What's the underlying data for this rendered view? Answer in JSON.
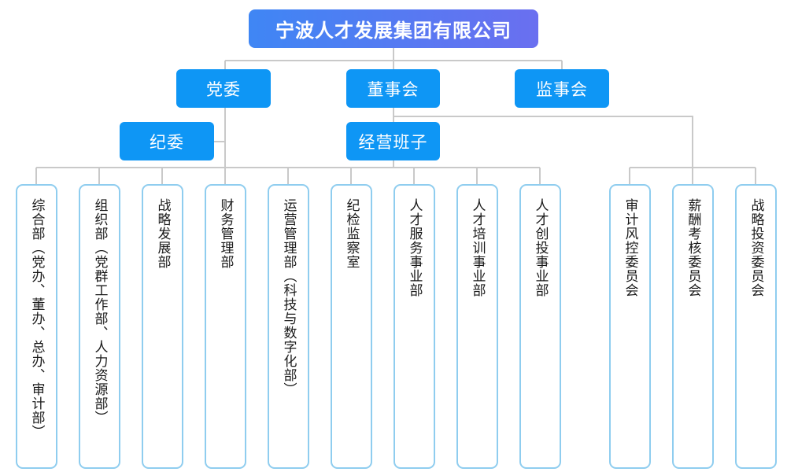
{
  "colors": {
    "line": "#c9c9c9",
    "node_fill": "#0e96f5",
    "top_gradient_start": "#3f86f4",
    "top_gradient_end": "#6a6ff0",
    "dept_border": "#8fcdef",
    "dept_text": "#1a1a1a"
  },
  "top": {
    "label": "宁波人才发展集团有限公司"
  },
  "level1": {
    "party_committee": "党委",
    "board": "董事会",
    "supervisory_board": "监事会"
  },
  "level2": {
    "discipline_committee": "纪委",
    "management_team": "经营班子"
  },
  "departments": [
    "综合部（党办、董办、总办、审计部）",
    "组织部（党群工作部、人力资源部）",
    "战略发展部",
    "财务管理部",
    "运营管理部（科技与数字化部）",
    "纪检监察室",
    "人才服务事业部",
    "人才培训事业部",
    "人才创投事业部"
  ],
  "committees": [
    "审计风控委员会",
    "薪酬考核委员会",
    "战略投资委员会"
  ]
}
